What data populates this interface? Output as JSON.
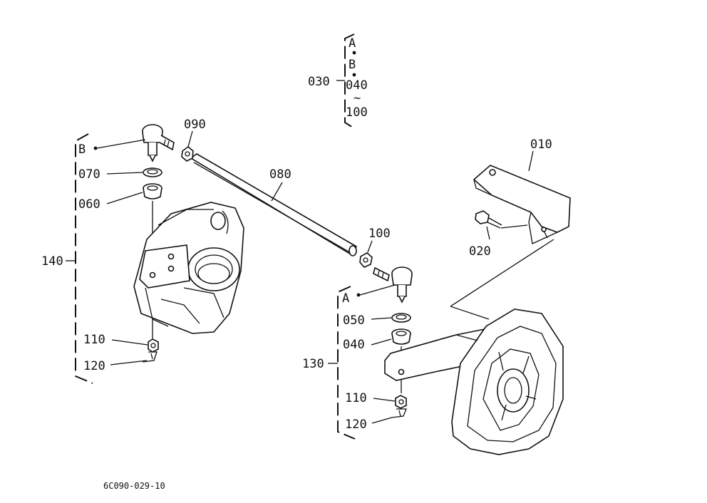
{
  "labels": {
    "p010": "010",
    "p020": "020",
    "p030": "030",
    "p040": "040",
    "p050": "050",
    "p060": "060",
    "p070": "070",
    "p080": "080",
    "p090": "090",
    "p100": "100",
    "p110_left": "110",
    "p110_right": "110",
    "p120_left": "120",
    "p120_right": "120",
    "p130": "130",
    "p140": "140",
    "ref_a_top": "A",
    "ref_b_top": "B",
    "range_start": "040",
    "range_end": "100",
    "range_tilde": "~",
    "ref_b_left": "B",
    "ref_a_right": "A",
    "drawing_code": "6C090-029-10"
  }
}
